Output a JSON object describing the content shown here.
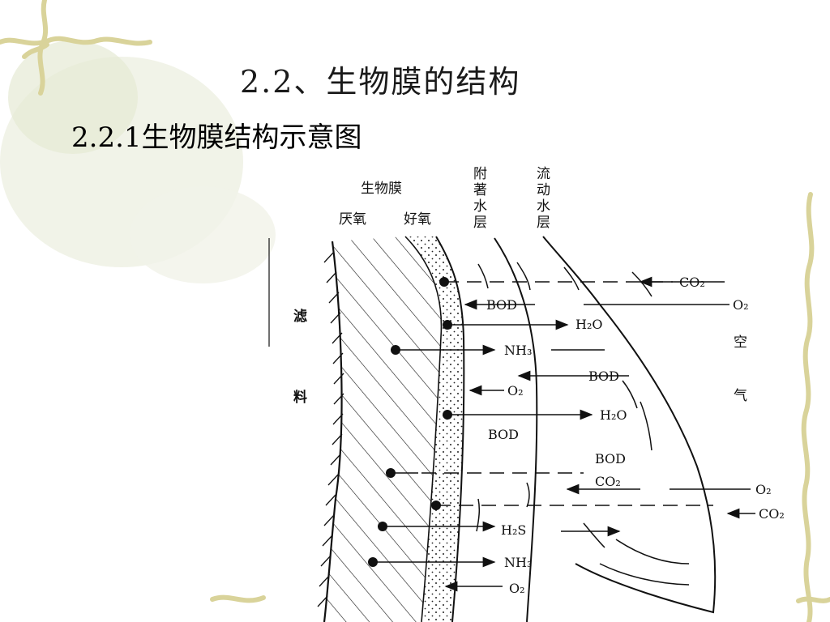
{
  "slide": {
    "title": "2.2、生物膜的结构",
    "subtitle": "2.2.1生物膜结构示意图"
  },
  "diagram": {
    "header": {
      "biofilm": "生物膜",
      "anaerobic": "厌氧",
      "aerobic": "好氧",
      "attached_water": [
        "附",
        "著",
        "水",
        "层"
      ],
      "flowing_water": [
        "流",
        "动",
        "水",
        "层"
      ]
    },
    "filter_material": [
      "滤",
      "料"
    ],
    "air": [
      "空",
      "气"
    ],
    "species": {
      "co2_top": "CO₂",
      "o2_top": "O₂",
      "bod_1": "BOD",
      "h2o_1": "H₂O",
      "nh3_1": "NH₃",
      "bod_2": "BOD",
      "o2_mid": "O₂",
      "h2o_2": "H₂O",
      "bod_3": "BOD",
      "bod_4": "BOD",
      "co2_mid": "CO₂",
      "o2_right": "O₂",
      "co2_right": "CO₂",
      "h2s": "H₂S",
      "nh3_2": "NH₃",
      "o2_bottom": "O₂"
    }
  }
}
